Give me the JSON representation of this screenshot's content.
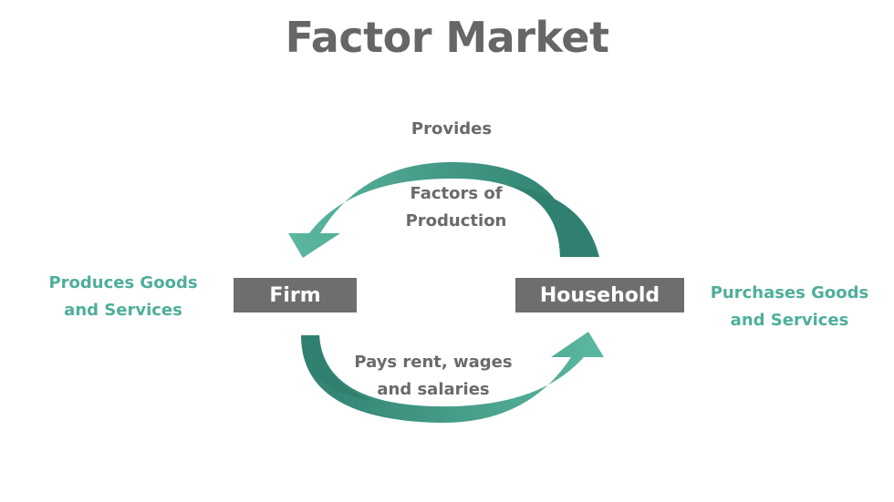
{
  "title": "Factor Market",
  "nodes": {
    "firm": "Firm",
    "household": "Household"
  },
  "labels": {
    "provides": "Provides",
    "factors_line1": "Factors of",
    "factors_line2": "Production",
    "pays_line1": "Pays rent, wages",
    "pays_line2": "and salaries",
    "produces_line1": "Produces Goods",
    "produces_line2": "and Services",
    "purchases_line1": "Purchases Goods",
    "purchases_line2": "and Services"
  },
  "colors": {
    "arrow_teal": "#3f9e88",
    "arrow_dark": "#2f8070",
    "node_fill": "#6e6e6e",
    "accent_text": "#4eaf9a",
    "title_text": "#666666"
  }
}
